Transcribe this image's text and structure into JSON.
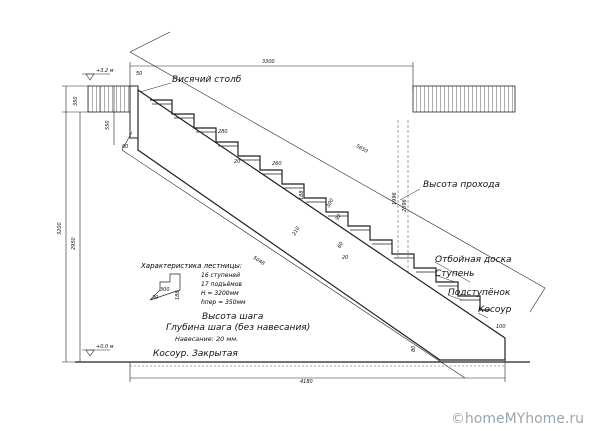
{
  "labels": {
    "hanging_post": "Висячий столб",
    "passage_height": "Высота прохода",
    "fender_board": "Отбойная доска",
    "step": "Ступень",
    "riser": "Подступёнок",
    "stringer": "Косоур",
    "step_height": "Высота шага",
    "step_depth": "Глубина шага (без навесания)",
    "nosing": "Навесание: 20 мм.",
    "stringer_type": "Косоур. Закрытая"
  },
  "characteristics": {
    "title": "Характеристика лестницы:",
    "lines": [
      "16 ступеней",
      "17 подъёмов",
      "H = 3200мм",
      "hпер = 350мм"
    ]
  },
  "dimensions": {
    "top_width": "3300",
    "bottom_width": "4180",
    "diag_long": "5650",
    "diag_stringer": "5048",
    "total_height": "3200",
    "height_2950": "2950",
    "height_350": "350",
    "height_550": "550",
    "dim_80": "80",
    "dim_50": "50",
    "dim_280": "280",
    "dim_20a": "20",
    "dim_20b": "20",
    "dim_260": "260",
    "dim_188": "188",
    "dim_300": "300",
    "dim_210": "210",
    "dim_92": "92",
    "dim_60": "60",
    "dim_1996": "1996",
    "dim_2096": "2096",
    "dim_100": "100",
    "dim_80b": "80",
    "level_top": "+3.2 м",
    "level_zero": "+0.0 м",
    "small_300": "300",
    "small_188": "188",
    "small_30": "30"
  },
  "watermark": "©homeMYhome.ru"
}
